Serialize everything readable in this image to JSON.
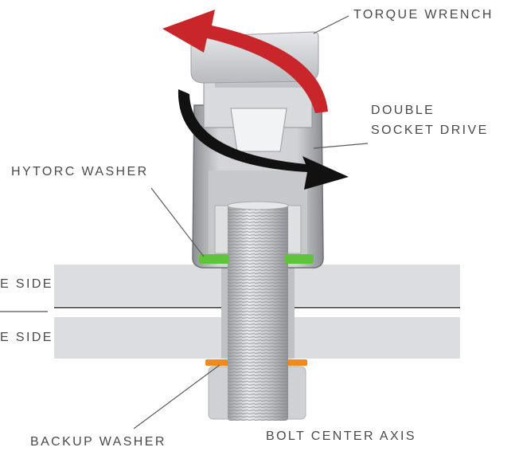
{
  "labels": {
    "torque_wrench": "TORQUE WRENCH",
    "double_socket_drive": [
      "DOUBLE",
      "SOCKET DRIVE"
    ],
    "hytorc_washer": "HYTORC WASHER",
    "upper_side": "E SIDE",
    "lower_side": "E SIDE",
    "backup_washer": "BACKUP WASHER",
    "bolt_center_axis": "BOLT CENTER AXIS"
  },
  "colors": {
    "rotation_arrow_top": "#c8262b",
    "rotation_arrow_bottom": "#111111",
    "hytorc_washer": "#5fc43a",
    "backup_washer": "#f08a1c",
    "plate": "#dcdde0",
    "label_text": "#4a4a4a"
  }
}
